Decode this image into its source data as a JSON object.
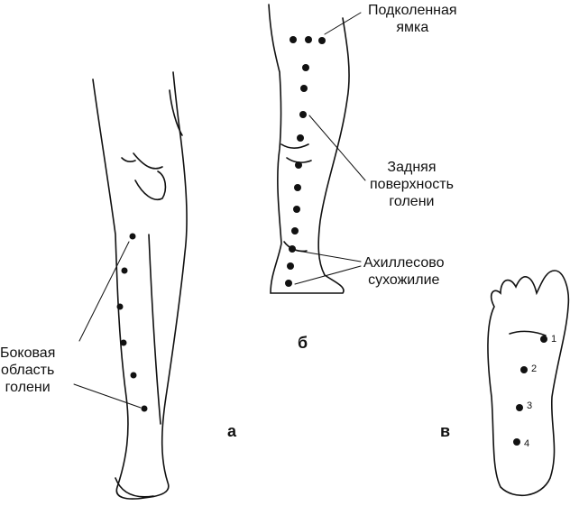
{
  "labels": {
    "popliteal": [
      "Подколенная",
      "ямка"
    ],
    "posterior_shin": [
      "Задняя",
      "поверхность",
      "голени"
    ],
    "achilles": [
      "Ахиллесово",
      "сухожилие"
    ],
    "lateral_shin": [
      "Боковая",
      "область",
      "голени"
    ]
  },
  "figure_letters": {
    "a": "а",
    "b": "б",
    "v": "в"
  },
  "foot_points": [
    "1",
    "2",
    "3",
    "4"
  ]
}
